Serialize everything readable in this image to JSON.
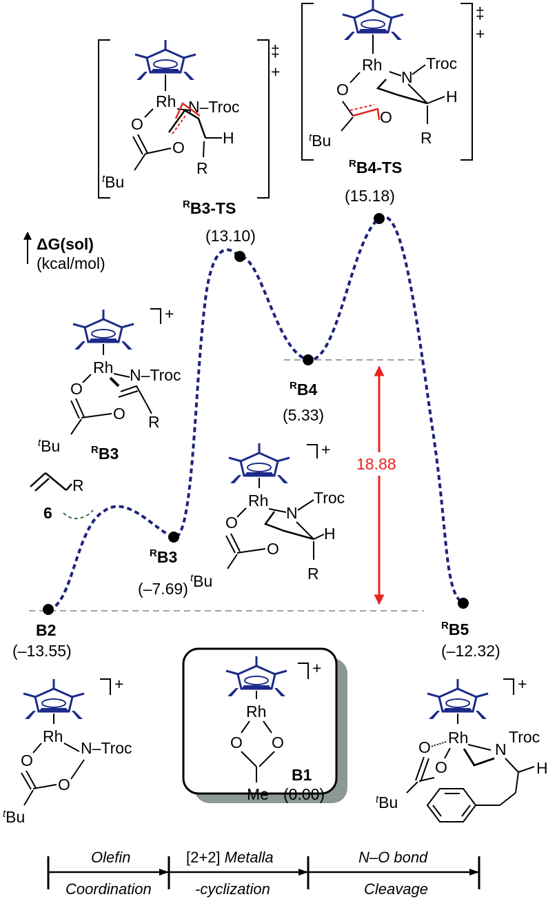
{
  "axis": {
    "symbol": "ΔG(sol)",
    "unit": "(kcal/mol)"
  },
  "energy_profile": [
    {
      "id": "B2",
      "label": "B2",
      "energy": "(–13.55)"
    },
    {
      "id": "RB3",
      "label": "B3",
      "prefix": "R",
      "energy": "(–7.69)"
    },
    {
      "id": "RB3-TS",
      "label": "B3-TS",
      "prefix": "R",
      "energy": "(13.10)"
    },
    {
      "id": "RB4",
      "label": "B4",
      "prefix": "R",
      "energy": "(5.33)"
    },
    {
      "id": "RB4-TS",
      "label": "B4-TS",
      "prefix": "R",
      "energy": "(15.18)"
    },
    {
      "id": "RB5",
      "label": "B5",
      "prefix": "R",
      "energy": "(–12.32)"
    }
  ],
  "span": {
    "value": "18.88",
    "color": "#e8231e"
  },
  "reference": {
    "label": "B1",
    "energy": "(0.00)"
  },
  "olefin": {
    "label": "6",
    "substituent": "R"
  },
  "atoms": {
    "Rh": "Rh",
    "N": "N",
    "O": "O",
    "H": "H",
    "R": "R",
    "Troc": "Troc",
    "Me": "Me",
    "tBu_prefix": "t",
    "tBu": "Bu",
    "N_Troc": "N–Troc"
  },
  "charges": {
    "plus": "+",
    "ddagger": "‡"
  },
  "stages": [
    {
      "top": "Olefin",
      "bottom": "Coordination"
    },
    {
      "top_regular": "[2+2] ",
      "top_italic": "Metalla",
      "bottom": "-cyclization"
    },
    {
      "top": "N–O bond",
      "bottom": "Cleavage"
    }
  ],
  "colors": {
    "curve": "#1b237a",
    "cp_ring": "#1c2a8a",
    "span_arrow": "#e8231e",
    "transition_bonds": "#e8231e",
    "dashed_levels": "#9aa3a3",
    "box_shadow": "#8c9896",
    "approach_arc": "#3a6b54"
  }
}
